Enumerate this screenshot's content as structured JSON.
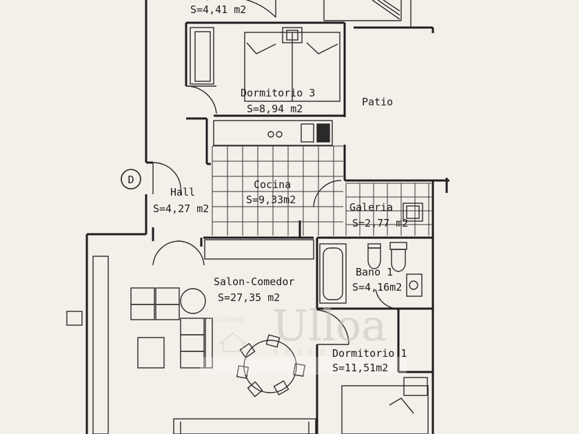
{
  "rooms": {
    "top_room_area": "S=4,41 m2",
    "dormitorio3_name": "Dormitorio 3",
    "dormitorio3_area": "S=8,94 m2",
    "patio_name": "Patio",
    "cocina_name": "Cocina",
    "cocina_area": "S=9,33m2",
    "hall_name": "Hall",
    "hall_area": "S=4,27 m2",
    "galeria_name": "Galeria",
    "galeria_area": "S=2,77 m2",
    "bano1_name": "Bano 1",
    "bano1_area": "S=4,16m2",
    "salon_name": "Salon-Comedor",
    "salon_area": "S=27,35 m2",
    "dormitorio1_name": "Dormitorio 1",
    "dormitorio1_area": "S=11,51m2"
  },
  "markers": {
    "entrance": "D"
  },
  "watermark": {
    "brand": "Ulloa",
    "small_left": "carmen",
    "small_bottom": "R E A L   E"
  },
  "colors": {
    "background": "#f3efe9",
    "ink": "#1d1d1d",
    "watermark": "#d6d0c9"
  }
}
